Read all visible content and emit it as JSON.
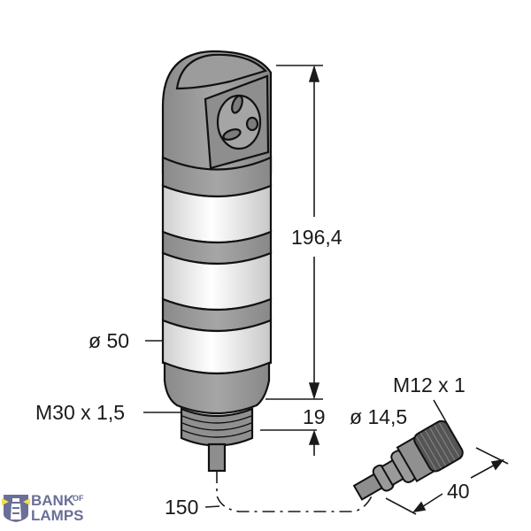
{
  "drawing": {
    "title": "Signal tower dimensional drawing",
    "colors": {
      "housing_gray": "#9a9a9a",
      "light_segment": "#e8e8e8",
      "outline": "#111111",
      "dimension_line": "#1a1a1a",
      "logo_purple": "#6b6f98",
      "logo_yellow": "#f2e14a"
    },
    "dimensions": {
      "height": "196,4",
      "diameter": "ø 50",
      "thread": "M30 x 1,5",
      "thread_length": "19",
      "cable_length": "150",
      "connector_thread": "M12 x 1",
      "connector_diameter": "ø 14,5",
      "connector_length": "40"
    }
  },
  "logo": {
    "line1": "BANK",
    "line1_small": "OF",
    "line2": "LAMPS",
    "icon": "lighthouse-icon"
  }
}
